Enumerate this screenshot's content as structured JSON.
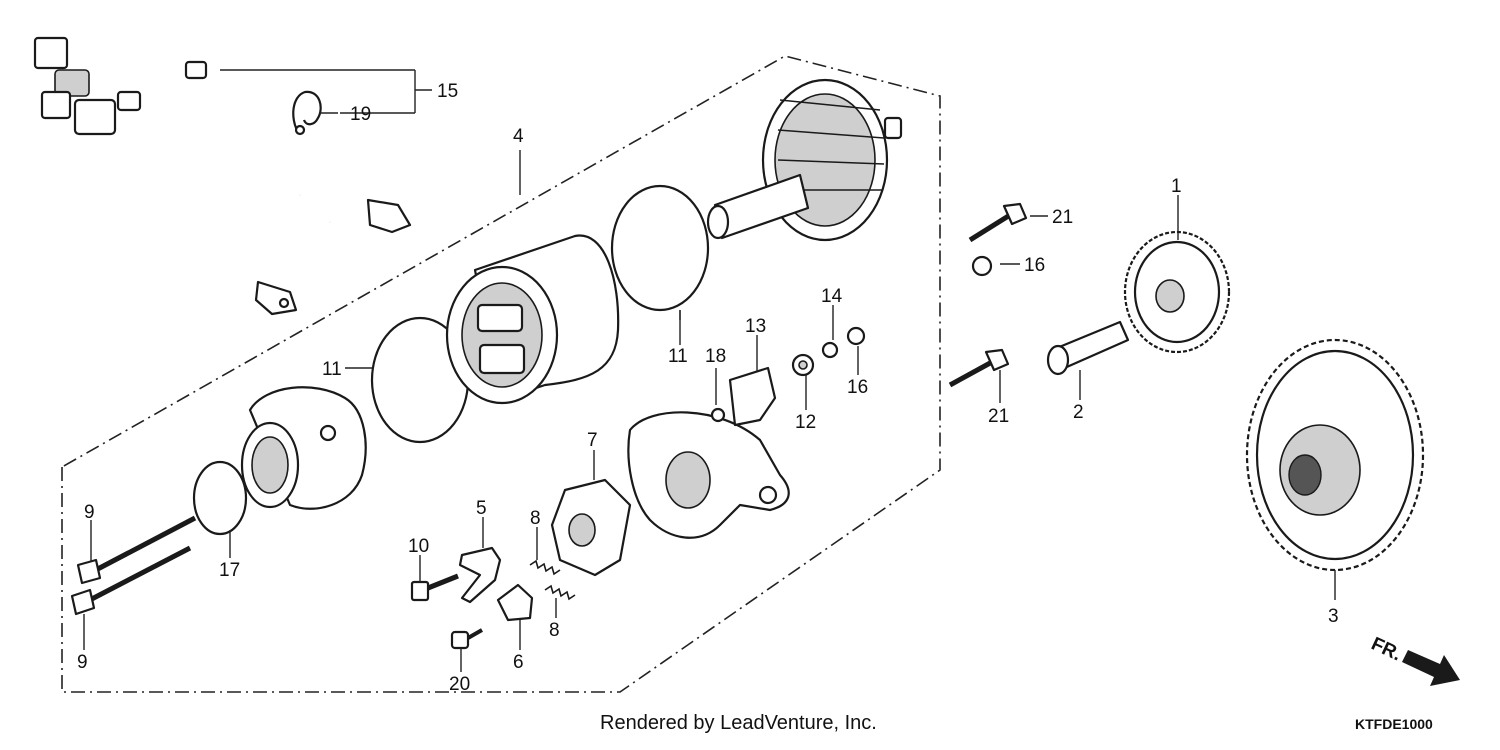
{
  "footer": {
    "credit": "Rendered by LeadVenture, Inc.",
    "code": "KTFDE1000"
  },
  "direction": {
    "label": "FR."
  },
  "callouts": [
    "1",
    "2",
    "3",
    "4",
    "5",
    "6",
    "7",
    "8",
    "8",
    "9",
    "9",
    "10",
    "11",
    "11",
    "12",
    "13",
    "14",
    "15",
    "16",
    "16",
    "17",
    "18",
    "19",
    "20",
    "21",
    "21"
  ]
}
